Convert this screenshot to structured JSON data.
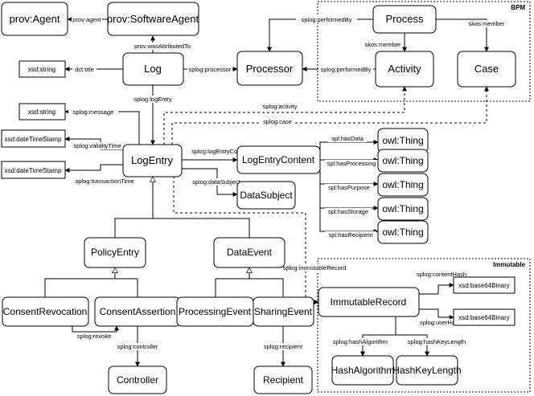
{
  "groups": {
    "bpm": "BPM",
    "immutable": "Immutable"
  },
  "nodes": {
    "prov_agent": "prov:Agent",
    "prov_software_agent": "prov:SoftwareAgent",
    "process": "Process",
    "xsd_string_title": "xsd:string",
    "log": "Log",
    "processor": "Processor",
    "activity": "Activity",
    "case": "Case",
    "xsd_string_message": "xsd:string",
    "xsd_datetime_validity": "xsd:dateTimeStamp",
    "xsd_datetime_transaction": "xsd:dateTimeStamp",
    "log_entry": "LogEntry",
    "log_entry_content": "LogEntryContent",
    "data_subject": "DataSubject",
    "owl_thing_data": "owl:Thing",
    "owl_thing_processing": "owl:Thing",
    "owl_thing_purpose": "owl:Thing",
    "owl_thing_storage": "owl:Thing",
    "owl_thing_recipient": "owl:Thing",
    "policy_entry": "PolicyEntry",
    "data_event": "DataEvent",
    "consent_revocation": "ConsentRevocation",
    "consent_assertion": "ConsentAssertion",
    "processing_event": "ProcessingEvent",
    "sharing_event": "SharingEvent",
    "immutable_record": "ImmutableRecord",
    "xsd_b64_content": "xsd:base64Binary",
    "xsd_b64_user": "xsd:base64Binary",
    "hash_algorithm": "HashAlgorithm",
    "hash_key_length": "HashKeyLength",
    "controller": "Controller",
    "recipient": "Recipient"
  },
  "edges": {
    "prov_agent": "prov:agent",
    "prov_was_attributed_to": "prov:wasAttributedTo",
    "dct_title": "dct:title",
    "splog_processor": "splog:processor",
    "splog_performed_by_process": "splog:performedBy",
    "splog_performed_by_activity": "splog:performedBy",
    "skos_member_activity": "skos:member",
    "skos_member_case": "skos:member",
    "splog_log_entry": "splog:logEntry",
    "splog_activity": "splog:activity",
    "splog_case": "splog:case",
    "splog_message": "splog:message",
    "splog_validity_time": "splog:validityTime",
    "splog_transaction_time": "splog:transactionTime",
    "splog_log_entry_content": "splog:logEntryContent",
    "splog_data_subject": "splog:dataSubject",
    "spl_has_data": "spl:hasData",
    "spl_has_processing": "spl:hasProcessing",
    "spl_has_purpose": "spl:hasPurpose",
    "spl_has_storage": "spl:hasStorage",
    "spl_has_recipient": "spl:hasRecipient",
    "splog_immutable_record": "splog:immutableRecord",
    "splog_content_hash": "splog:contentHash",
    "splog_user_hash": "splog:userHash",
    "splog_hash_algorithm": "splog:hashAlgorithm",
    "splog_hash_key_length": "splog:hashKeyLength",
    "splog_revoke": "splog:revoke",
    "splog_controller": "splog:controller",
    "splog_recipient": "splog:recipient"
  }
}
